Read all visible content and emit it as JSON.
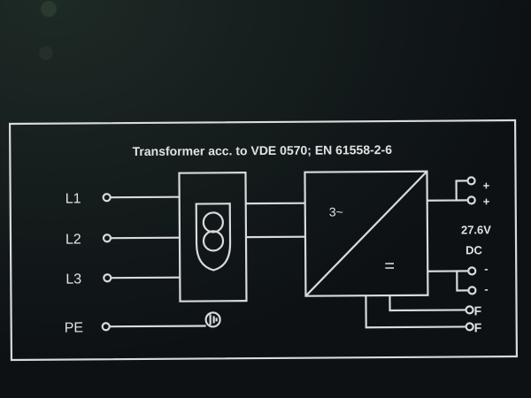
{
  "label": {
    "title": "Transformer acc. to VDE 0570; EN 61558-2-6",
    "inputs": [
      {
        "label": "L1"
      },
      {
        "label": "L2"
      },
      {
        "label": "L3"
      },
      {
        "label": "PE"
      }
    ],
    "converter": {
      "ac_symbol": "3~",
      "dc_symbol": "="
    },
    "outputs": {
      "plus_1": "+",
      "plus_2": "+",
      "voltage": "27.6V",
      "type": "DC",
      "minus_1": "-",
      "minus_2": "-",
      "fault_1": "F",
      "fault_2": "F"
    }
  },
  "colors": {
    "background": "#0f1316",
    "line": "#d8dadb"
  }
}
